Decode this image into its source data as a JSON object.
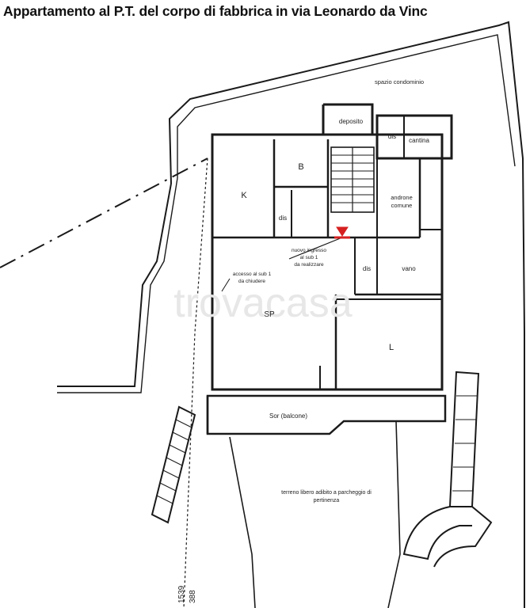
{
  "title": "Appartamento al P.T. del corpo di fabbrica in via Leonardo da Vinc",
  "watermark": "trovacasa",
  "labels": {
    "spazio_condominio": "spazio condominio",
    "deposito": "deposito",
    "dis_top": "dis",
    "cantina": "cantina",
    "B": "B",
    "K": "K",
    "dis_mid": "dis",
    "androne_1": "androne",
    "androne_2": "comune",
    "ingresso_1": "nuovo ingresso",
    "ingresso_2": "al sub 1",
    "ingresso_3": "da realizzare",
    "accesso_1": "accesso al sub 1",
    "accesso_2": "da chiudere",
    "dis_low": "dis",
    "vano": "vano",
    "SP": "SP",
    "L": "L",
    "balcone": "Sor (balcone)",
    "terreno_1": "terreno libero adibito a parcheggio di",
    "terreno_2": "pertinenza",
    "num_1": "1539",
    "num_2": "388"
  },
  "colors": {
    "line": "#1a1a1a",
    "marker": "#d62020",
    "watermark": "#e7e7e7"
  },
  "icons": {
    "entrance_marker": "red-triangle-icon"
  }
}
